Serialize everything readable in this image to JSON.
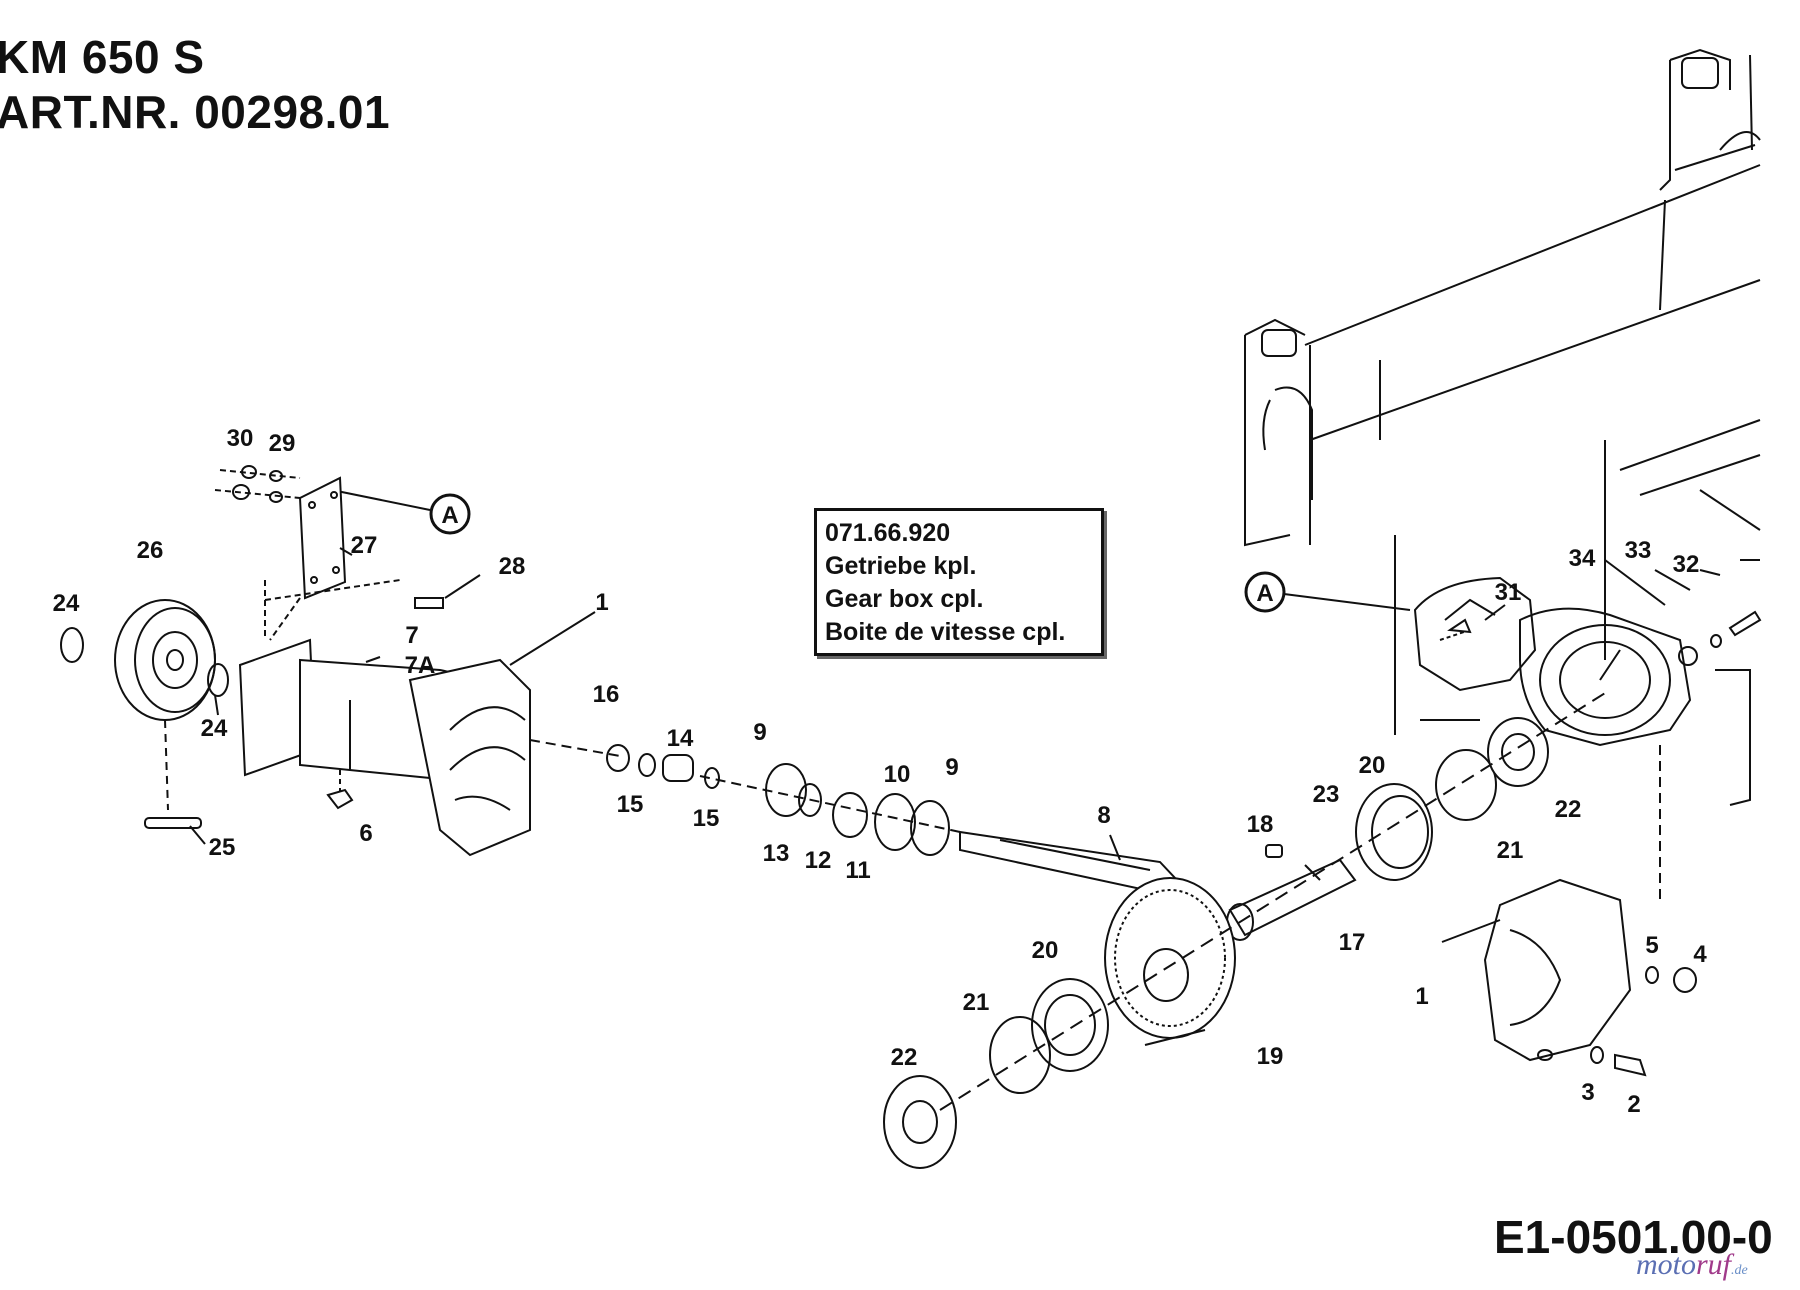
{
  "header": {
    "model": "KM 650 S",
    "art_nr": "ART.NR. 00298.01"
  },
  "callout": {
    "part_no": "071.66.920",
    "de": "Getriebe kpl.",
    "en": "Gear box cpl.",
    "fr": "Boite de vitesse cpl."
  },
  "drawing_code": "E1-0501.00-0",
  "watermark": {
    "brand_a": "moto",
    "brand_b": "ruf",
    "tld": ".de"
  },
  "reference_marker": "A",
  "part_labels": [
    {
      "id": "l30",
      "text": "30"
    },
    {
      "id": "l29",
      "text": "29"
    },
    {
      "id": "l27",
      "text": "27"
    },
    {
      "id": "l26",
      "text": "26"
    },
    {
      "id": "l24a",
      "text": "24"
    },
    {
      "id": "l24b",
      "text": "24"
    },
    {
      "id": "l28",
      "text": "28"
    },
    {
      "id": "l7",
      "text": "7"
    },
    {
      "id": "l7a",
      "text": "7A"
    },
    {
      "id": "l1a",
      "text": "1"
    },
    {
      "id": "l6",
      "text": "6"
    },
    {
      "id": "l25",
      "text": "25"
    },
    {
      "id": "l16",
      "text": "16"
    },
    {
      "id": "l14",
      "text": "14"
    },
    {
      "id": "l15a",
      "text": "15"
    },
    {
      "id": "l15b",
      "text": "15"
    },
    {
      "id": "l9a",
      "text": "9"
    },
    {
      "id": "l13",
      "text": "13"
    },
    {
      "id": "l12",
      "text": "12"
    },
    {
      "id": "l11",
      "text": "11"
    },
    {
      "id": "l10",
      "text": "10"
    },
    {
      "id": "l9b",
      "text": "9"
    },
    {
      "id": "l8",
      "text": "8"
    },
    {
      "id": "l18",
      "text": "18"
    },
    {
      "id": "l23",
      "text": "23"
    },
    {
      "id": "l20a",
      "text": "20"
    },
    {
      "id": "l17",
      "text": "17"
    },
    {
      "id": "l21a",
      "text": "21"
    },
    {
      "id": "l22a",
      "text": "22"
    },
    {
      "id": "l20b",
      "text": "20"
    },
    {
      "id": "l21b",
      "text": "21"
    },
    {
      "id": "l22b",
      "text": "22"
    },
    {
      "id": "l19",
      "text": "19"
    },
    {
      "id": "l31",
      "text": "31"
    },
    {
      "id": "l34",
      "text": "34"
    },
    {
      "id": "l33",
      "text": "33"
    },
    {
      "id": "l32",
      "text": "32"
    },
    {
      "id": "l1b",
      "text": "1"
    },
    {
      "id": "l5",
      "text": "5"
    },
    {
      "id": "l4",
      "text": "4"
    },
    {
      "id": "l3",
      "text": "3"
    },
    {
      "id": "l2",
      "text": "2"
    }
  ]
}
